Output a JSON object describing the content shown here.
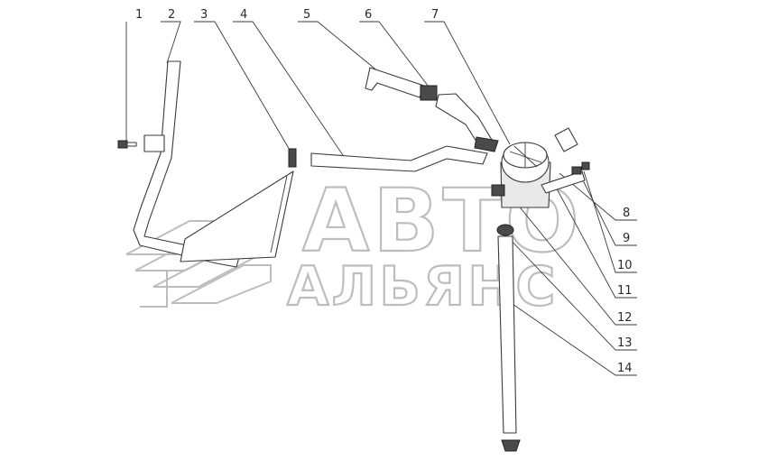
{
  "callouts": [
    {
      "id": 1,
      "label": "1"
    },
    {
      "id": 2,
      "label": "2"
    },
    {
      "id": 3,
      "label": "3"
    },
    {
      "id": 4,
      "label": "4"
    },
    {
      "id": 5,
      "label": "5"
    },
    {
      "id": 6,
      "label": "6"
    },
    {
      "id": 7,
      "label": "7"
    },
    {
      "id": 8,
      "label": "8"
    },
    {
      "id": 9,
      "label": "9"
    },
    {
      "id": 10,
      "label": "10"
    },
    {
      "id": 11,
      "label": "11"
    },
    {
      "id": 12,
      "label": "12"
    },
    {
      "id": 13,
      "label": "13"
    },
    {
      "id": 14,
      "label": "14"
    }
  ],
  "watermark": {
    "line1": "АВТО",
    "line2": "АЛЬЯНС"
  }
}
